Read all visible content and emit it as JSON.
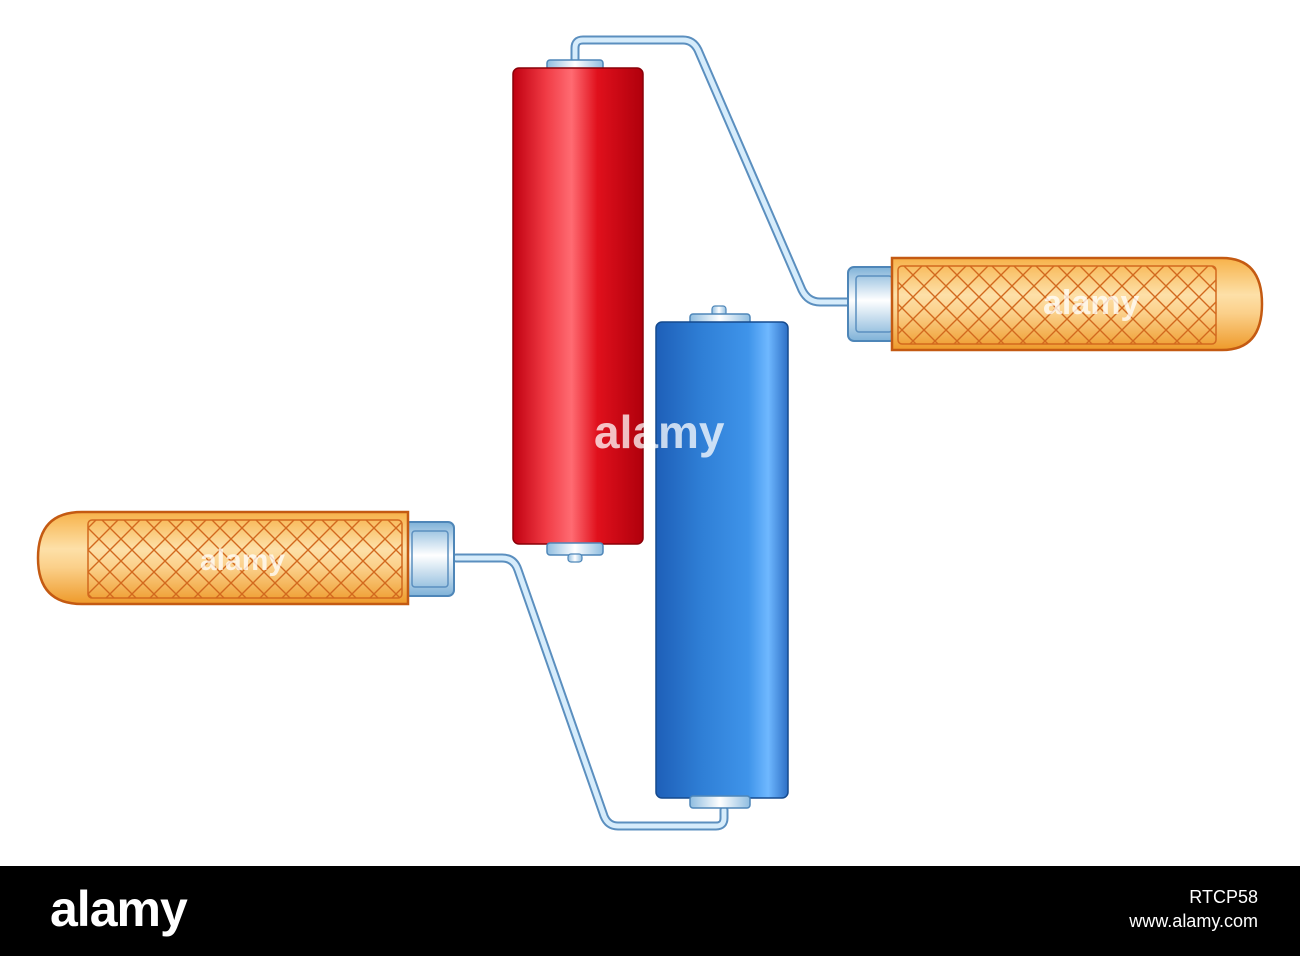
{
  "watermark": {
    "center_text": "alamy",
    "handle_text": "alamy",
    "left_handle_text": "alamy"
  },
  "footer": {
    "logo_text": "alamy",
    "image_id": "RTCP58",
    "url": "www.alamy.com"
  },
  "colors": {
    "red_roller": "#e0101a",
    "blue_roller": "#2f7fd6",
    "handle_orange": "#f2a43a",
    "handle_outline": "#c45a12",
    "frame_metal": "#9cc8e8",
    "footer_bg": "#000000"
  }
}
